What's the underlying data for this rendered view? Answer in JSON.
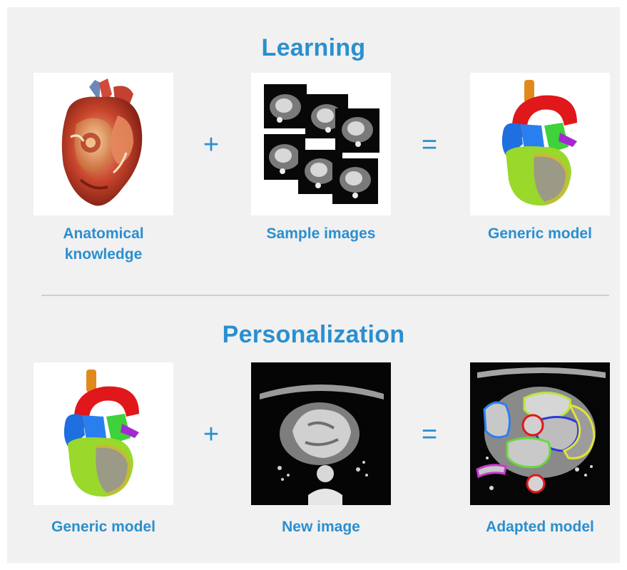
{
  "learning": {
    "title": "Learning",
    "left_caption_line1": "Anatomical",
    "left_caption_line2": "knowledge",
    "middle_caption": "Sample images",
    "right_caption": "Generic model",
    "plus": "+",
    "equals": "="
  },
  "personalization": {
    "title": "Personalization",
    "left_caption": "Generic model",
    "middle_caption": "New image",
    "right_caption": "Adapted model",
    "plus": "+",
    "equals": "="
  },
  "colors": {
    "accent": "#2a8fd0",
    "background": "#f1f1f1",
    "divider": "#cfcfcf"
  }
}
